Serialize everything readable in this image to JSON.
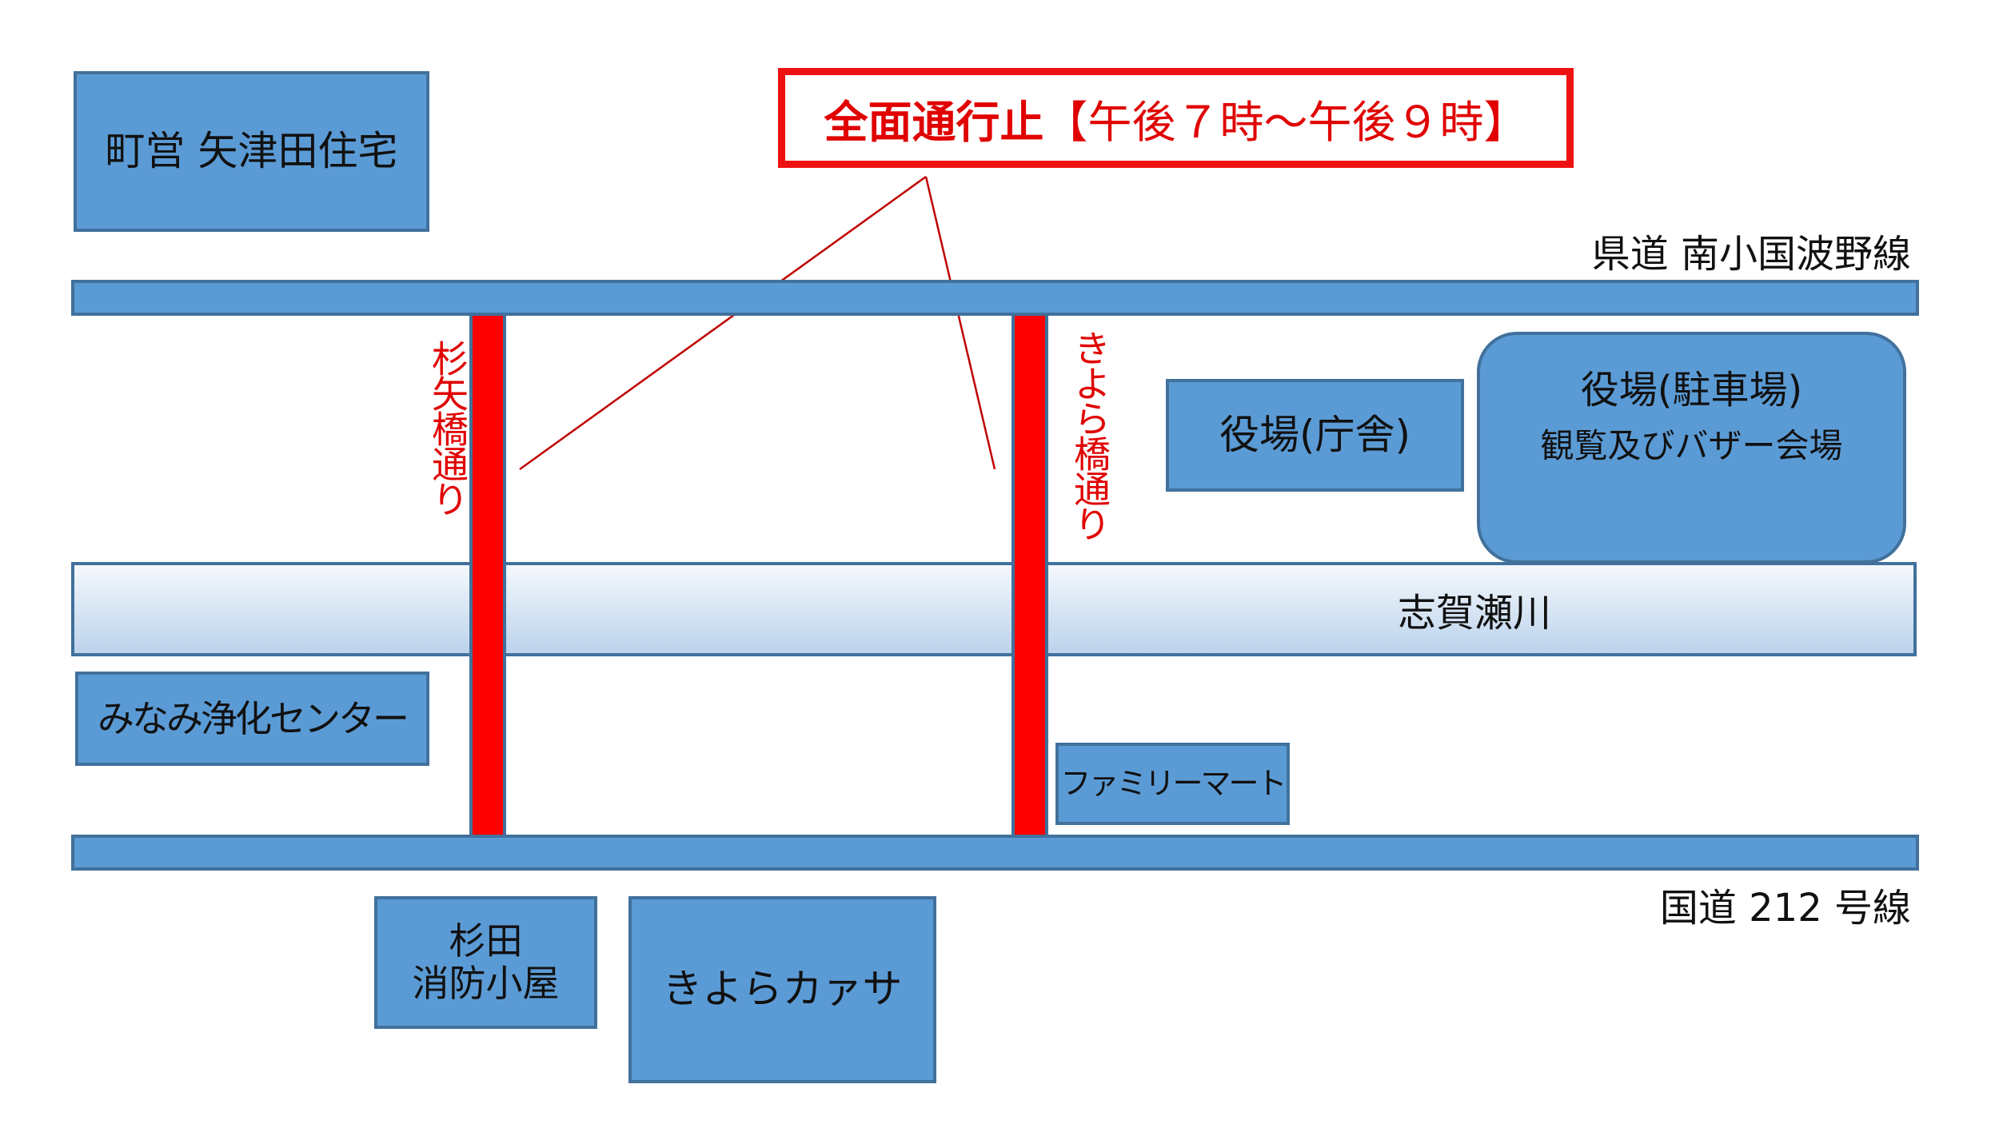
{
  "notice": {
    "title_bold": "全面通行止",
    "title_time": "【午後７時～午後９時】"
  },
  "roads": {
    "top": "県道 南小国波野線",
    "bottom": "国道 212 号線",
    "closed_left": "杉矢橋通り",
    "closed_right": "きよら橋通り"
  },
  "river": "志賀瀬川",
  "buildings": {
    "housing": "町営 矢津田住宅",
    "town_office": "役場(庁舎)",
    "parking_line1": "役場(駐車場)",
    "parking_line2": "観覧及びバザー会場",
    "purification": "みなみ浄化センター",
    "familymart": "ファミリーマート",
    "fire_line1": "杉田",
    "fire_line2": "消防小屋",
    "kiyora_casa": "きよらカァサ"
  },
  "colors": {
    "road": "#5b9bd5",
    "closed": "#ff0000",
    "alert": "#ee1111"
  }
}
